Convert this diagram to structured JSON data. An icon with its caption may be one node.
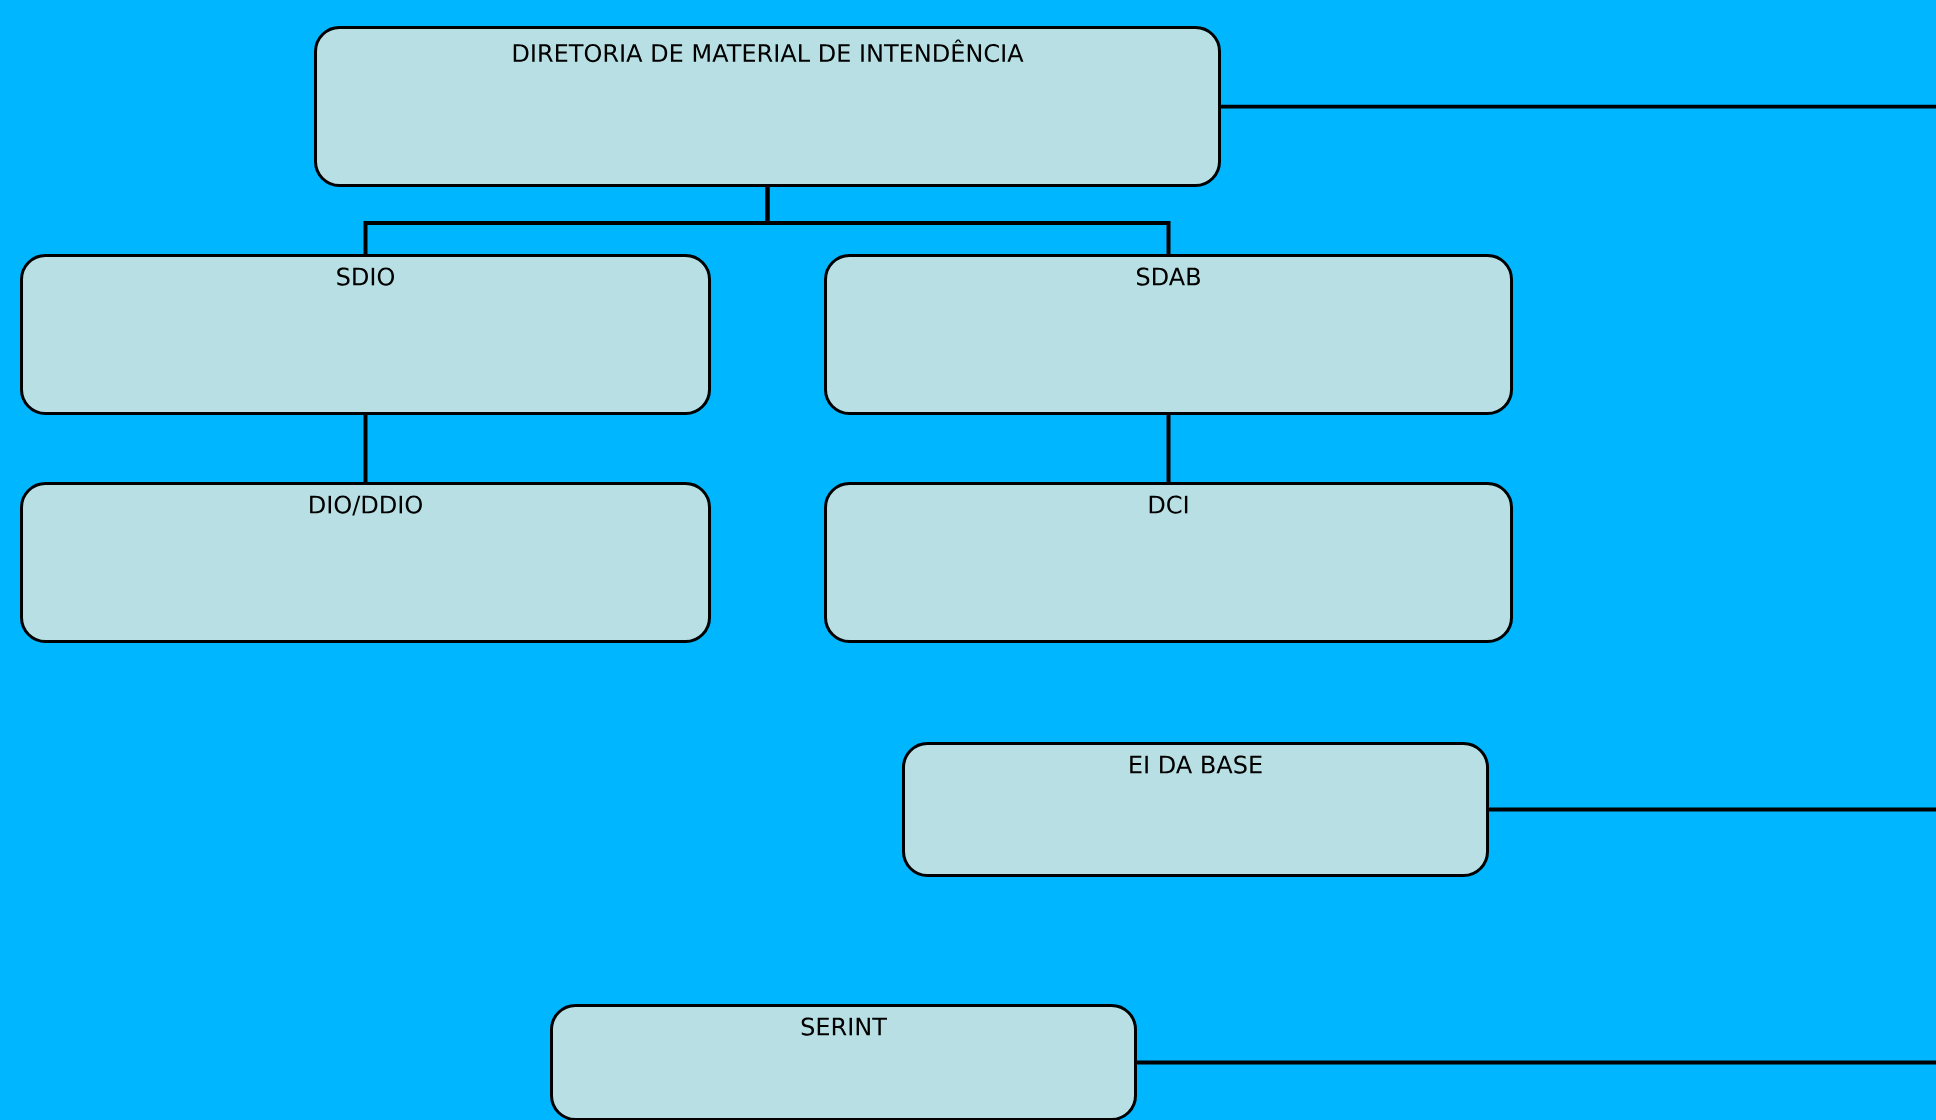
{
  "diagram": {
    "nodes": [
      {
        "text": [
          "DIRETORIA DE MATERIAL DE INTENDÊNCIA"
        ]
      },
      {
        "text": [
          "SDIO"
        ]
      },
      {
        "text": [
          "SDAB"
        ]
      },
      {
        "text": [
          "DIO/DDIO"
        ]
      },
      {
        "text": [
          "DCI"
        ]
      },
      {
        "text": [
          "EI DA BASE"
        ]
      },
      {
        "text": [
          "SERINT"
        ]
      }
    ],
    "edges": [
      {
        "from": 0,
        "to": 1,
        "arrow": "none"
      },
      {
        "from": 0,
        "to": 2,
        "arrow": "none"
      },
      {
        "from": 1,
        "to": 3,
        "arrow": "none"
      },
      {
        "from": 2,
        "to": 4,
        "arrow": "none"
      },
      {
        "from": 0,
        "to": null,
        "arrow": "none"
      },
      {
        "from": 5,
        "to": null,
        "arrow": "none"
      },
      {
        "from": 6,
        "to": null,
        "arrow": "none"
      }
    ]
  }
}
